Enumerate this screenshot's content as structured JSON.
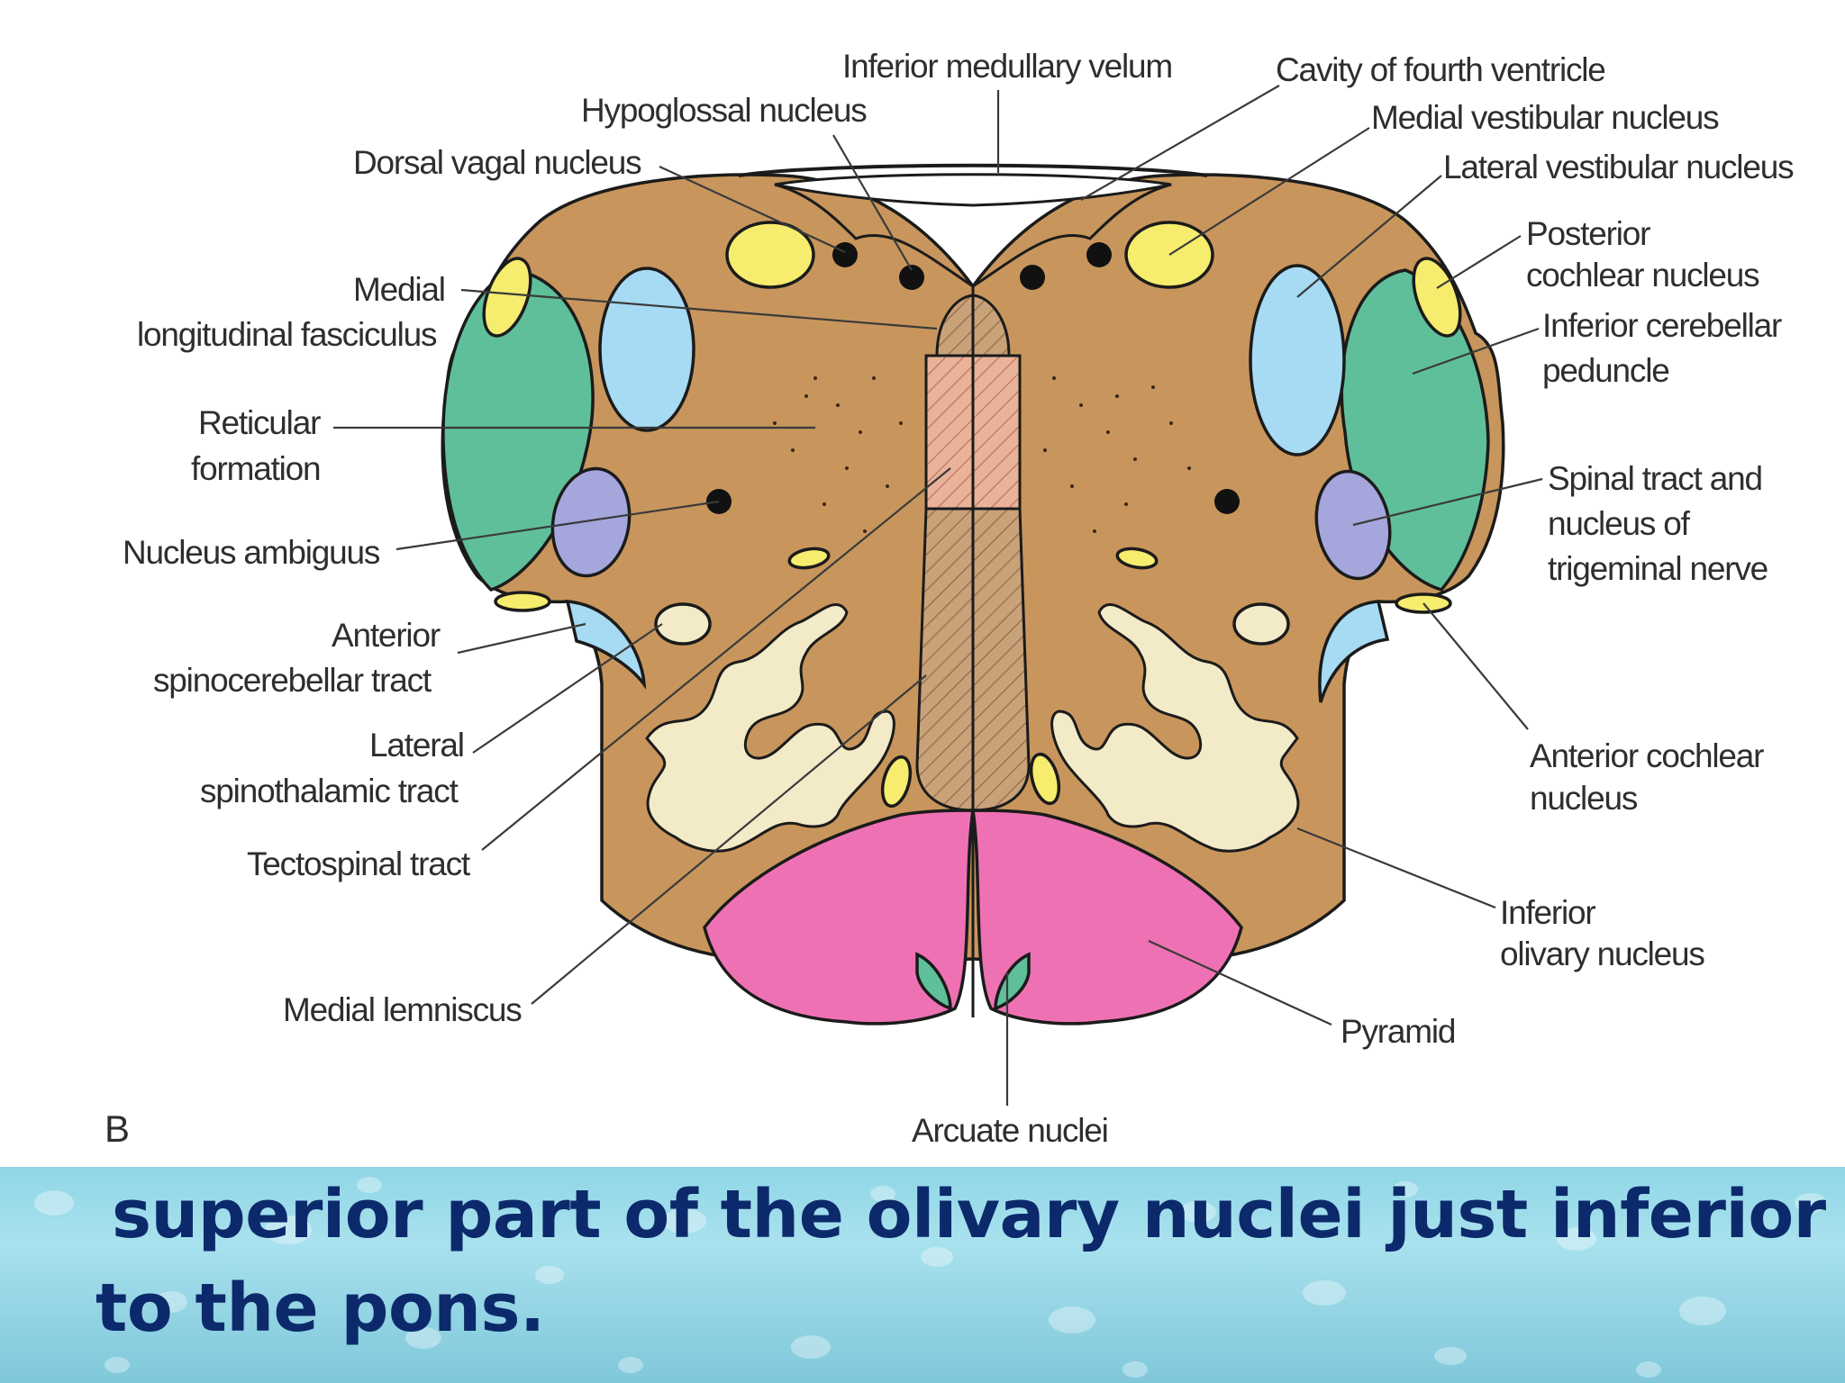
{
  "figure": {
    "panel_letter": "B",
    "labels": {
      "inferior_medullary_velum": "Inferior medullary velum",
      "cavity_of_fourth_ventricle": "Cavity of fourth ventricle",
      "hypoglossal_nucleus": "Hypoglossal nucleus",
      "medial_vestibular_nucleus": "Medial vestibular nucleus",
      "dorsal_vagal_nucleus": "Dorsal vagal nucleus",
      "lateral_vestibular_nucleus": "Lateral vestibular nucleus",
      "posterior_cochlear_nucleus_1": "Posterior",
      "posterior_cochlear_nucleus_2": "cochlear nucleus",
      "medial_longitudinal_fasciculus_1": "Medial",
      "medial_longitudinal_fasciculus_2": "longitudinal fasciculus",
      "inferior_cerebellar_peduncle_1": "Inferior cerebellar",
      "inferior_cerebellar_peduncle_2": "peduncle",
      "reticular_formation_1": "Reticular",
      "reticular_formation_2": "formation",
      "spinal_tract_trigeminal_1": "Spinal tract and",
      "spinal_tract_trigeminal_2": "nucleus of",
      "spinal_tract_trigeminal_3": "trigeminal nerve",
      "nucleus_ambiguus": "Nucleus ambiguus",
      "anterior_spinocerebellar_tract_1": "Anterior",
      "anterior_spinocerebellar_tract_2": "spinocerebellar tract",
      "anterior_cochlear_nucleus_1": "Anterior cochlear",
      "anterior_cochlear_nucleus_2": "nucleus",
      "lateral_spinothalamic_tract_1": "Lateral",
      "lateral_spinothalamic_tract_2": "spinothalamic tract",
      "tectospinal_tract": "Tectospinal tract",
      "inferior_olivary_nucleus_1": "Inferior",
      "inferior_olivary_nucleus_2": "olivary nucleus",
      "medial_lemniscus": "Medial lemniscus",
      "pyramid": "Pyramid",
      "arcuate_nuclei": "Arcuate nuclei"
    },
    "colors": {
      "tissue": "#c8965c",
      "pyramid": "#ee72b3",
      "peduncle": "#5fbf9b",
      "vestibular_blue": "#a7daf3",
      "trigeminal_lavender": "#a4a6dc",
      "yellow_nucleus": "#f6ec6e",
      "olive": "#f3eac8",
      "medial_lemniscus": "#c9a27a"
    }
  },
  "caption": {
    "line1": "superior part of the olivary nuclei just inferior",
    "line2": "to the pons."
  }
}
